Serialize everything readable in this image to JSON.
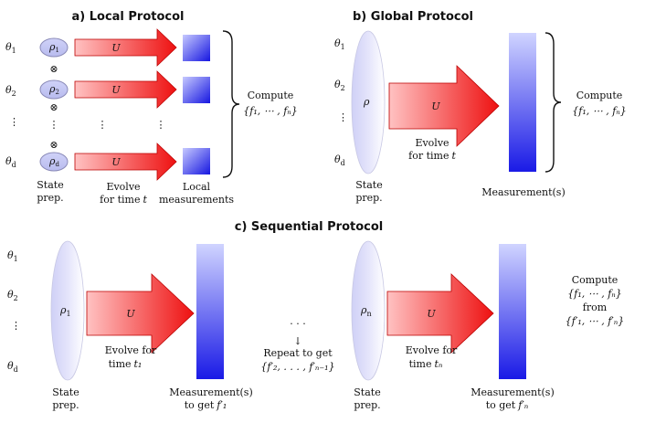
{
  "panel_a": {
    "title": "a) Local Protocol",
    "theta_labels": [
      "θ",
      "θ",
      "θ"
    ],
    "theta_subs": [
      "1",
      "2",
      "d"
    ],
    "rho_labels": [
      "ρ",
      "ρ",
      "ρ"
    ],
    "rho_subs": [
      "1",
      "2",
      "d"
    ],
    "otimes": "⊗",
    "operator": "U",
    "vdots": "⋮",
    "state_prep": [
      "State",
      "prep."
    ],
    "evolve": [
      "Evolve",
      "for time"
    ],
    "evolve_var": "t",
    "measure": [
      "Local",
      "measurements"
    ],
    "compute": "Compute",
    "compute_set": "{f₁, ⋯ , fₙ}"
  },
  "panel_b": {
    "title": "b) Global Protocol",
    "theta_labels": [
      "θ",
      "θ",
      "θ"
    ],
    "theta_subs": [
      "1",
      "2",
      "d"
    ],
    "rho": "ρ",
    "operator": "U",
    "vdots": "⋮",
    "state_prep": [
      "State",
      "prep."
    ],
    "evolve": [
      "Evolve",
      "for time"
    ],
    "evolve_var": "t",
    "measure": "Measurement(s)",
    "compute": "Compute",
    "compute_set": "{f₁, ⋯ , fₙ}"
  },
  "panel_c": {
    "title": "c) Sequential Protocol",
    "theta_labels": [
      "θ",
      "θ",
      "θ"
    ],
    "theta_subs": [
      "1",
      "2",
      "d"
    ],
    "rho_first": "ρ",
    "rho_first_sub": "1",
    "rho_last": "ρ",
    "rho_last_sub": "n",
    "operator": "U",
    "vdots": "⋮",
    "hdots": "· · ·",
    "down_arrow": "↓",
    "state_prep": [
      "State",
      "prep."
    ],
    "evolve_first": [
      "Evolve for",
      "time"
    ],
    "evolve_first_var": "t₁",
    "evolve_last": [
      "Evolve for",
      "time"
    ],
    "evolve_last_var": "tₙ",
    "measure_first": [
      "Measurement(s)",
      "to get"
    ],
    "measure_first_var": "f′₁",
    "measure_last": [
      "Measurement(s)",
      "to get"
    ],
    "measure_last_var": "f′ₙ",
    "repeat": [
      "Repeat to get",
      "{f′₂, . . . , f′ₙ₋₁}"
    ],
    "compute": [
      "Compute",
      "{f₁, ⋯ , fₙ}",
      "from",
      "{f′₁, ⋯ , f′ₙ}"
    ]
  },
  "colors": {
    "arrow_light": "#ffc2c2",
    "arrow_dark": "#ee1111",
    "bar_light": "#d0d4ff",
    "bar_dark": "#1a1ae6",
    "ellipse_fill": "#dcdcf8",
    "ellipse_stroke": "#8a8ab8"
  }
}
